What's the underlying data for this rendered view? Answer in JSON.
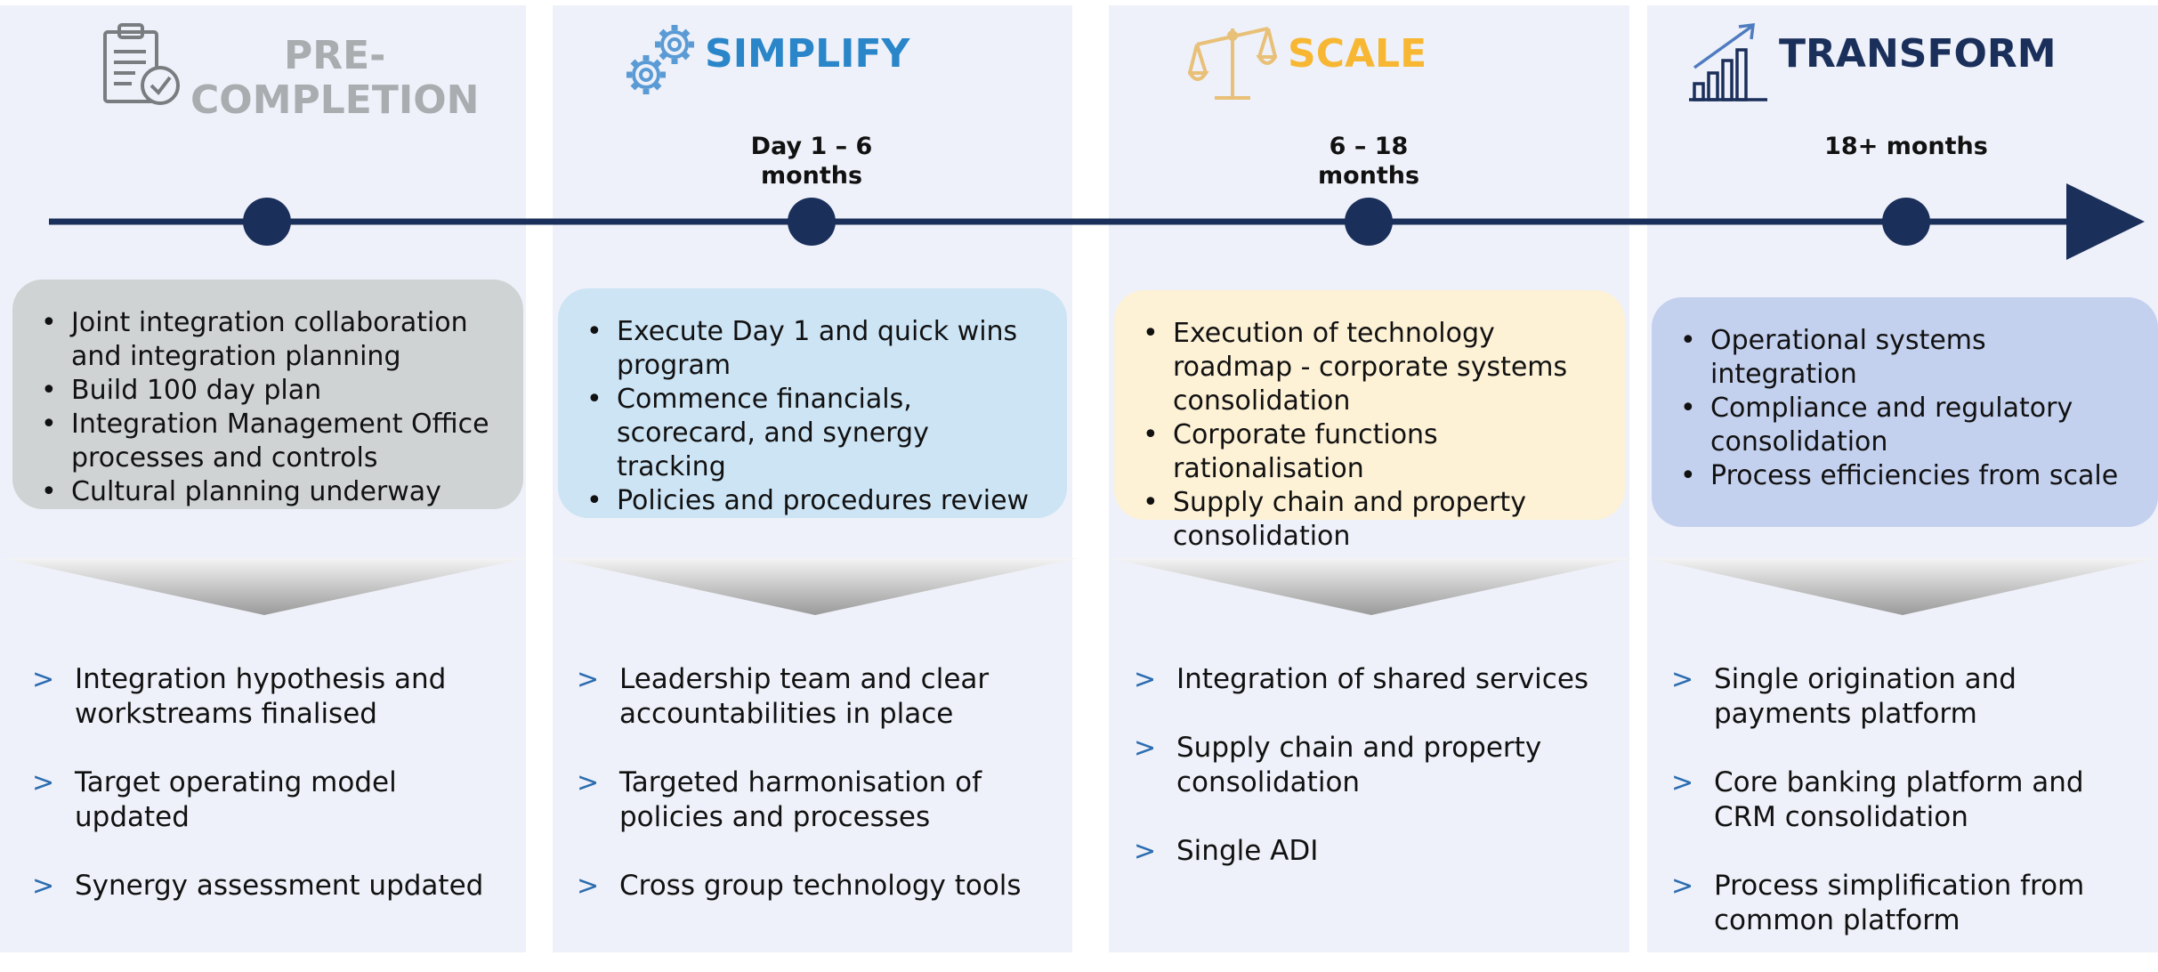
{
  "columns": [
    {
      "title": "PRE-\nCOMPLETION",
      "title_lines": [
        "PRE-",
        "COMPLETION"
      ],
      "title_color": "#a9adb0",
      "icon": "clipboard-check-icon",
      "period_lines": [],
      "box_color": "#d0d3d4",
      "bullets": [
        "Joint integration collaboration and integration planning",
        "Build 100 day plan",
        "Integration Management Office processes and controls",
        "Cultural planning underway"
      ],
      "outcomes": [
        "Integration hypothesis and workstreams finalised",
        "Target operating model updated",
        "Synergy assessment updated"
      ]
    },
    {
      "title": "SIMPLIFY",
      "title_lines": [
        "SIMPLIFY"
      ],
      "title_color": "#2a86c9",
      "icon": "gears-icon",
      "period_lines": [
        "Day 1 – 6",
        "months"
      ],
      "box_color": "#cde4f5",
      "bullets": [
        "Execute Day 1 and quick wins program",
        "Commence financials, scorecard, and synergy tracking",
        "Policies and procedures review"
      ],
      "outcomes": [
        "Leadership team and clear accountabilities in place",
        "Targeted harmonisation of policies and processes",
        "Cross group technology tools"
      ]
    },
    {
      "title": "SCALE",
      "title_lines": [
        "SCALE"
      ],
      "title_color": "#f7b733",
      "icon": "balance-scale-icon",
      "period_lines": [
        "6 – 18",
        "months"
      ],
      "box_color": "#fdf1d6",
      "bullets": [
        "Execution of technology roadmap - corporate systems consolidation",
        "Corporate functions rationalisation",
        "Supply chain and property consolidation"
      ],
      "outcomes": [
        "Integration of shared services",
        "Supply chain and property consolidation",
        "Single ADI"
      ]
    },
    {
      "title": "TRANSFORM",
      "title_lines": [
        "TRANSFORM"
      ],
      "title_color": "#1b2f5b",
      "icon": "growth-chart-icon",
      "period_lines": [
        "18+ months"
      ],
      "box_color": "#c3d0ee",
      "bullets": [
        "Operational systems integration",
        "Compliance and regulatory consolidation",
        "Process efficiencies from scale"
      ],
      "outcomes": [
        "Single origination and payments platform",
        "Core banking platform and CRM consolidation",
        "Process simplification from common platform"
      ]
    }
  ],
  "outcome_marker": ">",
  "colors": {
    "timeline": "#1b2f5b",
    "column_background": "#eef1f9",
    "outcome_marker": "#2b6cb0"
  }
}
